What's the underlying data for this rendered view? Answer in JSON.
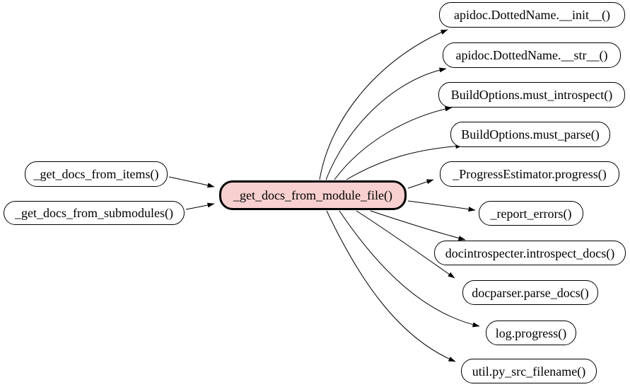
{
  "diagram": {
    "type": "call-graph",
    "background_color": "#ffffff",
    "node_fill_color": "#ffffff",
    "node_border_color": "#000000",
    "center_node_fill_color": "#f8d0d0",
    "center_node": {
      "label": "_get_docs_from_module_file()"
    },
    "callers": [
      {
        "label": "_get_docs_from_items()"
      },
      {
        "label": "_get_docs_from_submodules()"
      }
    ],
    "callees": [
      {
        "label": "apidoc.DottedName.__init__()"
      },
      {
        "label": "apidoc.DottedName.__str__()"
      },
      {
        "label": "BuildOptions.must_introspect()"
      },
      {
        "label": "BuildOptions.must_parse()"
      },
      {
        "label": "_ProgressEstimator.progress()"
      },
      {
        "label": "_report_errors()"
      },
      {
        "label": "docintrospecter.introspect_docs()"
      },
      {
        "label": "docparser.parse_docs()"
      },
      {
        "label": "log.progress()"
      },
      {
        "label": "util.py_src_filename()"
      }
    ],
    "edges": [
      {
        "from": "_get_docs_from_items()",
        "to": "_get_docs_from_module_file()"
      },
      {
        "from": "_get_docs_from_submodules()",
        "to": "_get_docs_from_module_file()"
      },
      {
        "from": "_get_docs_from_module_file()",
        "to": "apidoc.DottedName.__init__()"
      },
      {
        "from": "_get_docs_from_module_file()",
        "to": "apidoc.DottedName.__str__()"
      },
      {
        "from": "_get_docs_from_module_file()",
        "to": "BuildOptions.must_introspect()"
      },
      {
        "from": "_get_docs_from_module_file()",
        "to": "BuildOptions.must_parse()"
      },
      {
        "from": "_get_docs_from_module_file()",
        "to": "_ProgressEstimator.progress()"
      },
      {
        "from": "_get_docs_from_module_file()",
        "to": "_report_errors()"
      },
      {
        "from": "_get_docs_from_module_file()",
        "to": "docintrospecter.introspect_docs()"
      },
      {
        "from": "_get_docs_from_module_file()",
        "to": "docparser.parse_docs()"
      },
      {
        "from": "_get_docs_from_module_file()",
        "to": "log.progress()"
      },
      {
        "from": "_get_docs_from_module_file()",
        "to": "util.py_src_filename()"
      }
    ]
  }
}
